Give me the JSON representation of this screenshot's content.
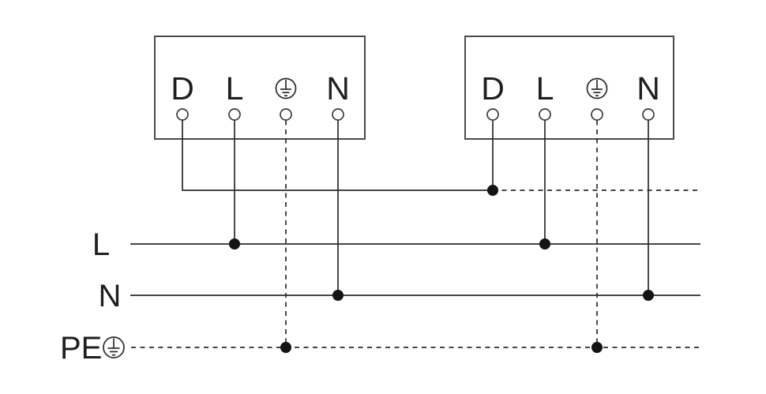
{
  "diagram_type": "wiring-diagram",
  "colors": {
    "background": "#ffffff",
    "wire": "#2b2b2b",
    "box_border": "#4a4a4a",
    "junction_dot": "#141414",
    "text": "#1f1f1f"
  },
  "device1": {
    "terminals": {
      "d": "D",
      "l": "L",
      "pe_symbol": "protective-earth-icon",
      "n": "N"
    }
  },
  "device2": {
    "terminals": {
      "d": "D",
      "l": "L",
      "pe_symbol": "protective-earth-icon",
      "n": "N"
    }
  },
  "buses": {
    "l": {
      "label": "L",
      "style": "solid"
    },
    "n": {
      "label": "N",
      "style": "solid"
    },
    "pe": {
      "label": "PE",
      "style": "dashed",
      "symbol": "protective-earth-icon"
    }
  },
  "connections": [
    {
      "from": "device1-terminal-D",
      "to": "device2-terminal-D",
      "style": "solid",
      "note": "continues dashed to right edge"
    },
    {
      "from": "device1-terminal-L",
      "to": "bus-L",
      "style": "solid"
    },
    {
      "from": "device2-terminal-L",
      "to": "bus-L",
      "style": "solid"
    },
    {
      "from": "device1-terminal-N",
      "to": "bus-N",
      "style": "solid"
    },
    {
      "from": "device2-terminal-N",
      "to": "bus-N",
      "style": "solid"
    },
    {
      "from": "device1-terminal-PE",
      "to": "bus-PE",
      "style": "dashed"
    },
    {
      "from": "device2-terminal-PE",
      "to": "bus-PE",
      "style": "dashed"
    }
  ]
}
